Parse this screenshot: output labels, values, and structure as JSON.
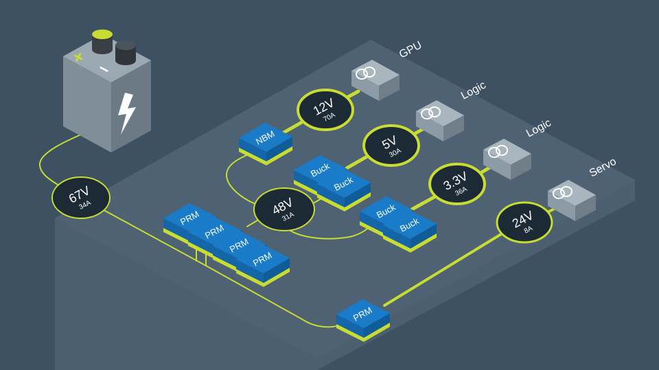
{
  "colors": {
    "background": "#3d5163",
    "board": "#4c5f70",
    "wire": "#c8dc32",
    "node_fill": "#1c2a36",
    "module_blue": "#1a7cc8",
    "module_blue_side": "#0f5c99",
    "module_base": "#c8dc32",
    "load_box": "#8c9ba6",
    "battery": "#7f8e99"
  },
  "battery": {
    "plus_symbol": "+",
    "minus_symbol": "–",
    "icon": "lightning-bolt-icon"
  },
  "nodes": {
    "source": {
      "voltage": "67V",
      "current": "34A"
    },
    "bus": {
      "voltage": "48V",
      "current": "31A"
    },
    "gpu_rail": {
      "voltage": "12V",
      "current": "70A"
    },
    "logic_5v_rail": {
      "voltage": "5V",
      "current": "30A"
    },
    "logic_3v3_rail": {
      "voltage": "3.3V",
      "current": "36A"
    },
    "servo_rail": {
      "voltage": "24V",
      "current": "8A"
    }
  },
  "modules": {
    "nbm": "NBM",
    "buck_a1": "Buck",
    "buck_a2": "Buck",
    "buck_b1": "Buck",
    "buck_b2": "Buck",
    "prm_1": "PRM",
    "prm_2": "PRM",
    "prm_3": "PRM",
    "prm_4": "PRM",
    "prm_servo": "PRM"
  },
  "loads": {
    "gpu": {
      "label": "GPU",
      "icon": "transformer-icon"
    },
    "logic_1": {
      "label": "Logic",
      "icon": "transformer-icon"
    },
    "logic_2": {
      "label": "Logic",
      "icon": "transformer-icon"
    },
    "servo": {
      "label": "Servo",
      "icon": "transformer-icon"
    }
  }
}
